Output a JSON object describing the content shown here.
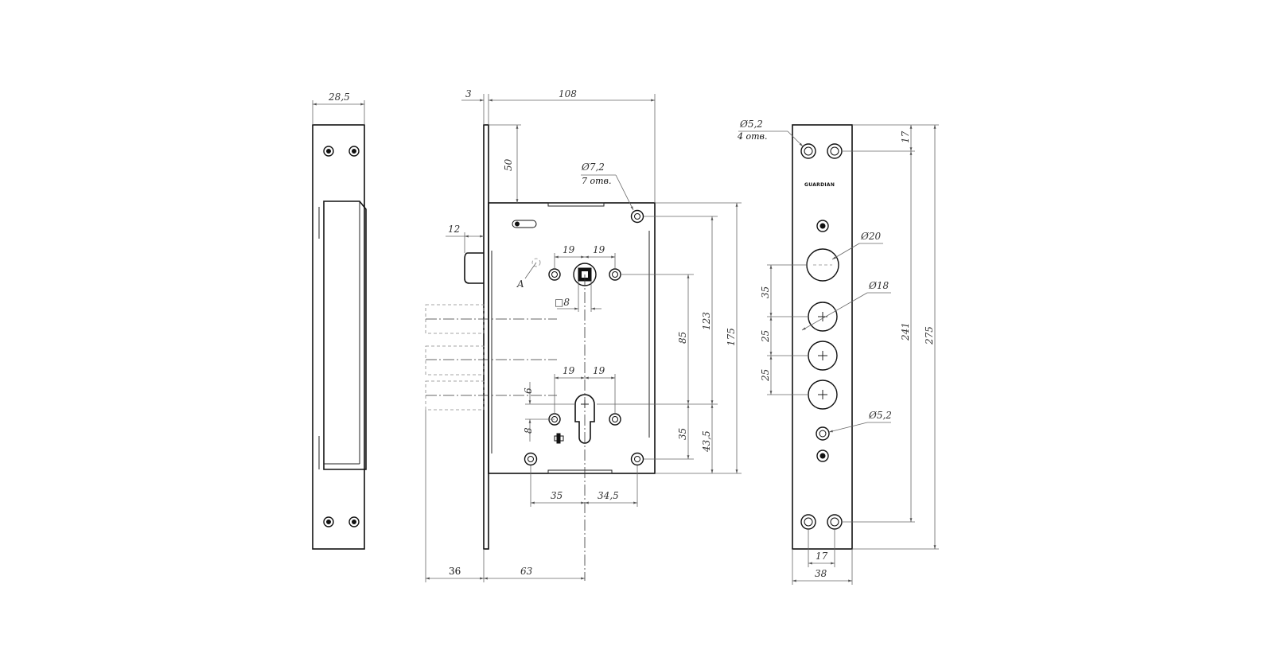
{
  "strike_plate": {
    "width_dim": "28,5"
  },
  "lock_body": {
    "faceplate_thickness_dim": "3",
    "overall_depth_dim": "108",
    "top_offset_dim": "50",
    "mount_hole_callout": "Ø7,2",
    "mount_hole_count": "7 отв.",
    "latch_dim": "12",
    "datum_label": "A",
    "spindle_left_dim": "19",
    "spindle_right_dim": "19",
    "square_spindle_dim": "□8",
    "cylinder_left_dim": "19",
    "cylinder_right_dim": "19",
    "cylinder_offset_dim": "6",
    "cylinder_small_dim": "8",
    "dim_85": "85",
    "dim_35_right": "35",
    "dim_123": "123",
    "dim_43_5": "43,5",
    "dim_175": "175",
    "bottom_left_dim": "35",
    "bottom_right_dim": "34,5",
    "bolt_throw_dim": "36",
    "backset_dim": "63"
  },
  "faceplate": {
    "hole_callout_top": "Ø5,2",
    "hole_count_top": "4 отв.",
    "top_dim_17": "17",
    "brand_marking": "GUARDIAN",
    "latch_hole_dim": "Ø20",
    "bolt_hole_dim": "Ø18",
    "pitch_35": "35",
    "pitch_25a": "25",
    "pitch_25b": "25",
    "mid_hole_dim": "Ø5,2",
    "dim_241": "241",
    "dim_275": "275",
    "bottom_dim_17": "17",
    "width_dim": "38"
  }
}
